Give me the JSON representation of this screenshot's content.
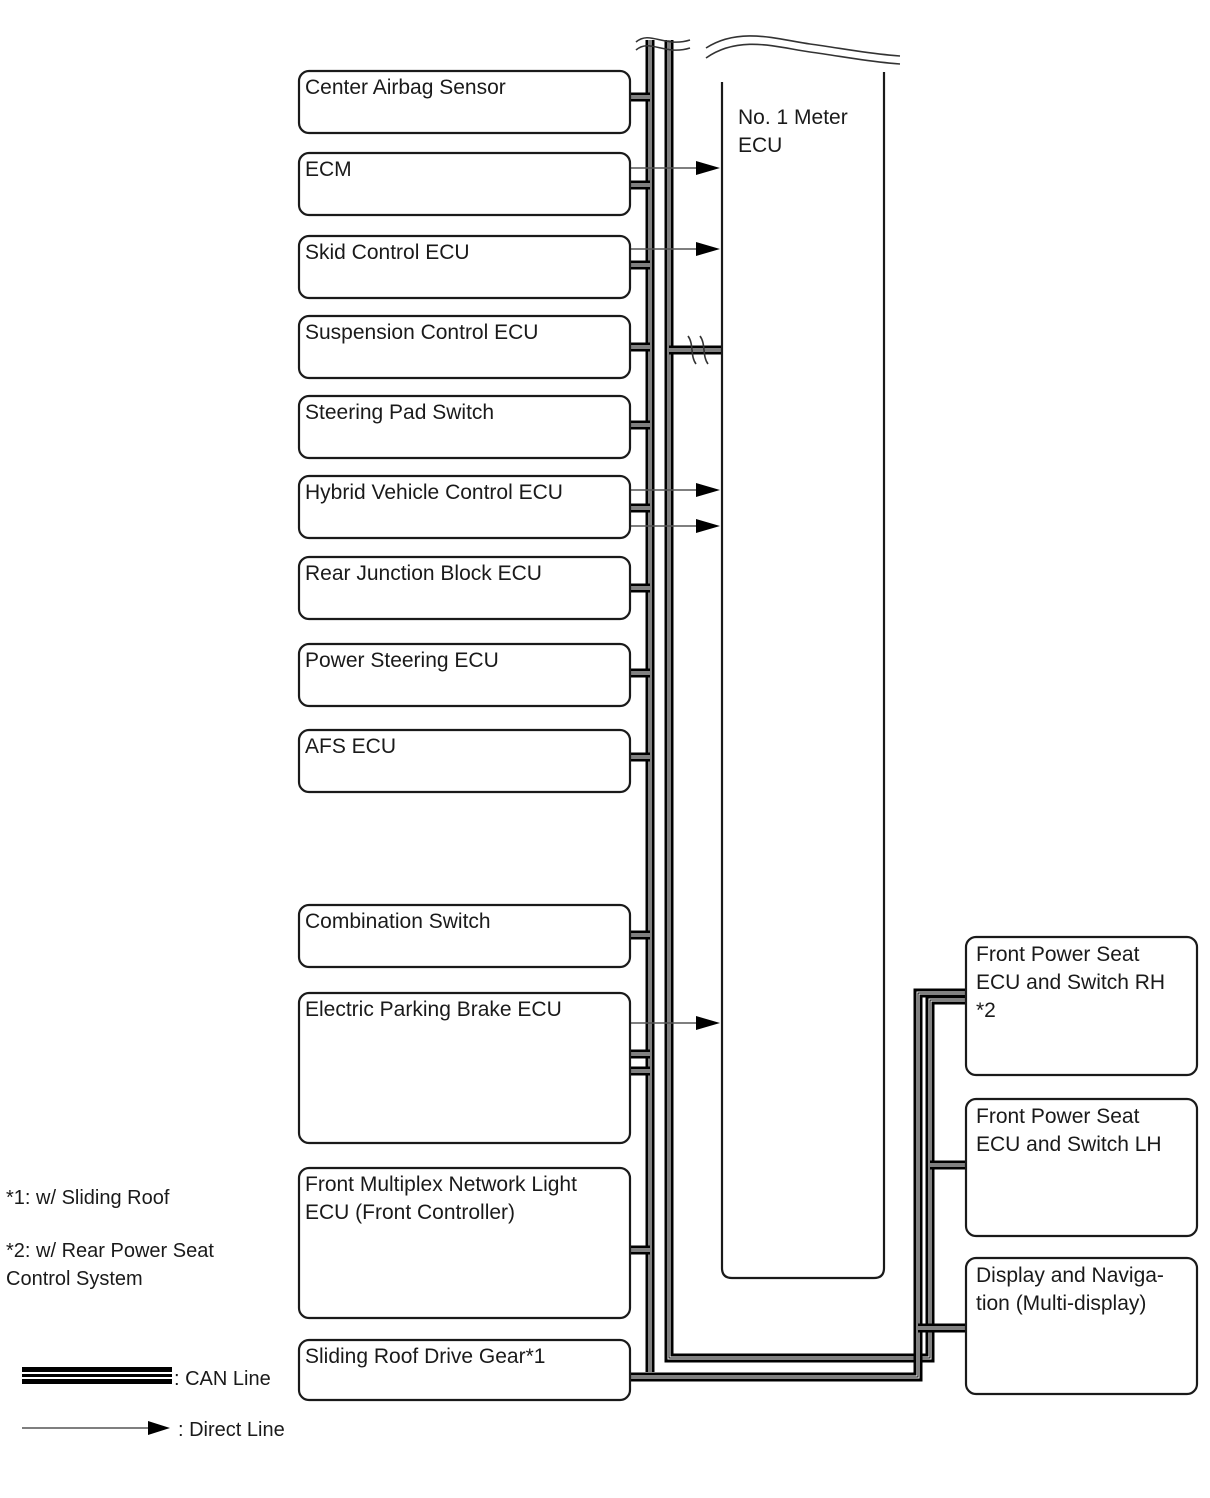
{
  "diagram": {
    "ecus_left": [
      [
        "Center Airbag Sensor"
      ],
      [
        "ECM"
      ],
      [
        "Skid Control ECU"
      ],
      [
        "Suspension Control ECU"
      ],
      [
        "Steering Pad Switch"
      ],
      [
        "Hybrid Vehicle Control ECU"
      ],
      [
        "Rear Junction Block ECU"
      ],
      [
        "Power Steering ECU"
      ],
      [
        "AFS ECU"
      ],
      [
        "Combination Switch"
      ],
      [
        "Electric Parking Brake ECU"
      ],
      [
        "Front Multiplex Network Light",
        "ECU (Front Controller)"
      ],
      [
        "Sliding Roof Drive Gear*1"
      ]
    ],
    "meter_ecu": [
      "No. 1 Meter",
      "ECU"
    ],
    "ecus_right": [
      [
        "Front Power Seat",
        "ECU and Switch RH",
        "*2"
      ],
      [
        "Front Power Seat",
        "ECU and Switch LH"
      ],
      [
        "Display and Naviga-",
        "tion (Multi-display)"
      ]
    ],
    "direct_line_sources": [
      "ECM",
      "Skid Control ECU",
      "Hybrid Vehicle Control ECU",
      "Hybrid Vehicle Control ECU",
      "Electric Parking Brake ECU"
    ]
  },
  "notes": {
    "note1": "*1: w/ Sliding Roof",
    "note2_line1": "*2: w/ Rear Power Seat",
    "note2_line2": "Control System"
  },
  "legend": {
    "can_line": ": CAN Line",
    "direct_line": ": Direct Line"
  }
}
